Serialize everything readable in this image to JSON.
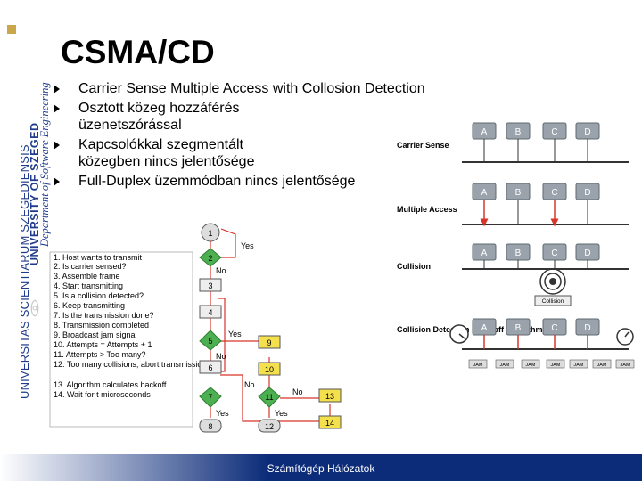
{
  "side": {
    "line1": "UNIVERSITAS SCIENTIARUM SZEGEDIENSIS",
    "line2": "UNIVERSITY OF SZEGED",
    "line3": "Department of Software Engineering"
  },
  "slide": {
    "title": "CSMA/CD",
    "bullets": [
      "Carrier Sense Multiple Access with Collosion Detection",
      "Osztott közeg hozzáférés üzenetszórással",
      "Kapcsolókkal szegmentált közegben nincs jelentősége",
      "Full-Duplex üzemmódban nincs jelentősége"
    ]
  },
  "diagram_right": {
    "stations": [
      "A",
      "B",
      "C",
      "D"
    ],
    "row_labels": [
      "Carrier Sense",
      "Multiple Access",
      "Collision",
      "Collision Detection (Backoff algorithm)"
    ],
    "collision_label": "Collision",
    "jam_label": "JAM"
  },
  "flowchart": {
    "steps": [
      "1. Host wants to transmit",
      "2. Is carrier sensed?",
      "3. Assemble frame",
      "4. Start transmitting",
      "5. Is a collision detected?",
      "6. Keep transmitting",
      "7. Is the transmission done?",
      "8. Transmission completed",
      "9. Broadcast jam signal",
      "10. Attempts = Attempts + 1",
      "11. Attempts > Too many?",
      "12. Too many collisions; abort transmission",
      "13. Algorithm calculates backoff",
      "14. Wait for t microseconds"
    ],
    "nodes": [
      "1",
      "2",
      "3",
      "4",
      "5",
      "6",
      "7",
      "8",
      "9",
      "10",
      "11",
      "12",
      "13",
      "14"
    ],
    "yes": "Yes",
    "no": "No"
  },
  "footer": {
    "text": "Számítógép Hálózatok"
  },
  "colors": {
    "footer": "#0c2c7a",
    "brand": "#1f3b8a",
    "accent": "#c9a74a",
    "station": "#9aa3ab",
    "flow_red": "#d9342b",
    "flow_green": "#4caf50",
    "flow_yellow": "#f4e04d"
  }
}
